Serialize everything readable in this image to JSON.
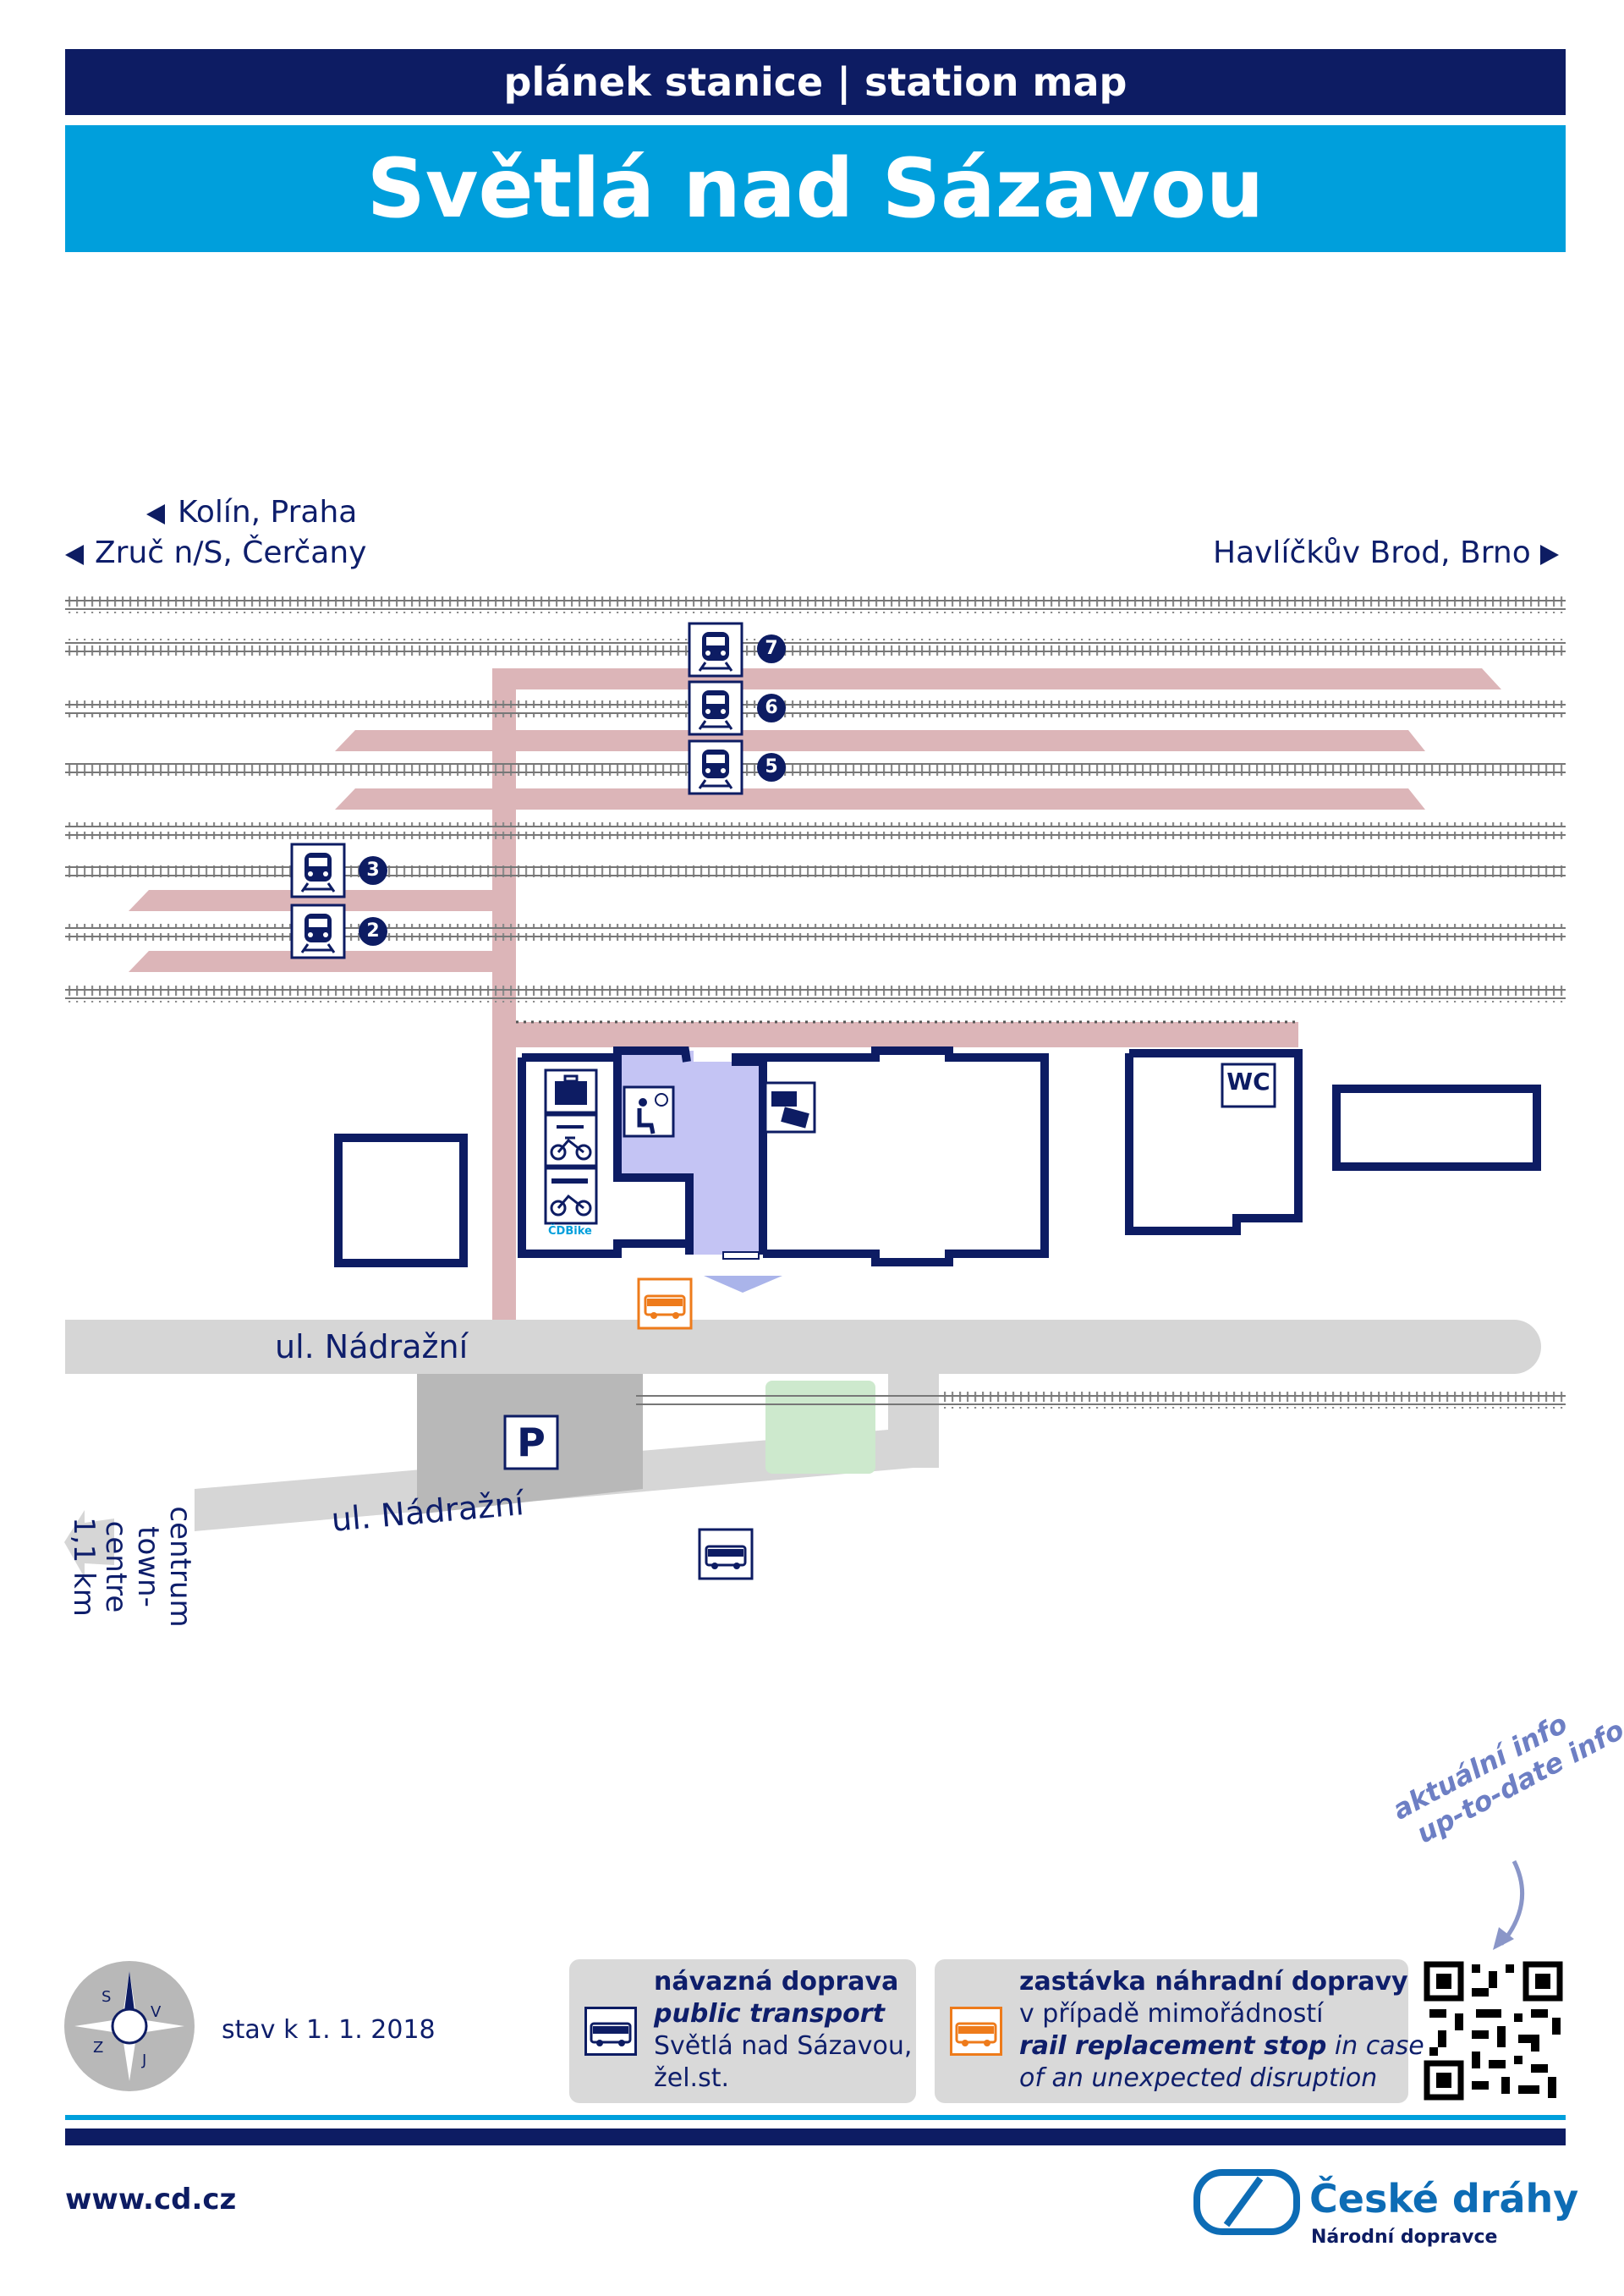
{
  "header": {
    "subtitle": "plánek stanice | station map",
    "title": "Světlá nad Sázavou"
  },
  "destinations": {
    "west_1": "Kolín, Praha",
    "west_2": "Zruč n/S, Čerčany",
    "east": "Havlíčkův Brod, Brno"
  },
  "tracks": [
    "7",
    "6",
    "5",
    "3",
    "2"
  ],
  "facilities": {
    "wc": "WC",
    "parking": "P",
    "bike": "ČDBike"
  },
  "streets": {
    "street_1": "ul. Nádražní",
    "street_2": "ul. Nádražní"
  },
  "centre": {
    "line1": "centrum",
    "line2": "town-centre",
    "line3": "1,1 km"
  },
  "compass": {
    "letters": [
      "S",
      "V",
      "J",
      "Z"
    ]
  },
  "status": "stav k 1. 1. 2018",
  "legend": {
    "public_transport": {
      "title": "návazná doprava",
      "title_en": "public transport",
      "line1": "Světlá nad Sázavou,",
      "line2": "žel.st."
    },
    "replacement": {
      "title": "zastávka náhradní dopravy",
      "line1": "v případě mimořádností",
      "line2_bold": "rail replacement stop",
      "line2_rest": " in case",
      "line3": "of an unexpected disruption"
    }
  },
  "qr": {
    "line1": "aktuální info",
    "line2": "up-to-date info"
  },
  "footer": {
    "url": "www.cd.cz",
    "brand": "České dráhy",
    "brand_sub": "Národní dopravce"
  },
  "colors": {
    "navy": "#0d1c63",
    "cyan": "#009fdc",
    "platform": "#dcb5b8",
    "building_fill": "#c4c4f4",
    "road": "#d6d6d6",
    "parking": "#b8b8b8",
    "green": "#cde9cd",
    "orange": "#ee7b1b"
  }
}
